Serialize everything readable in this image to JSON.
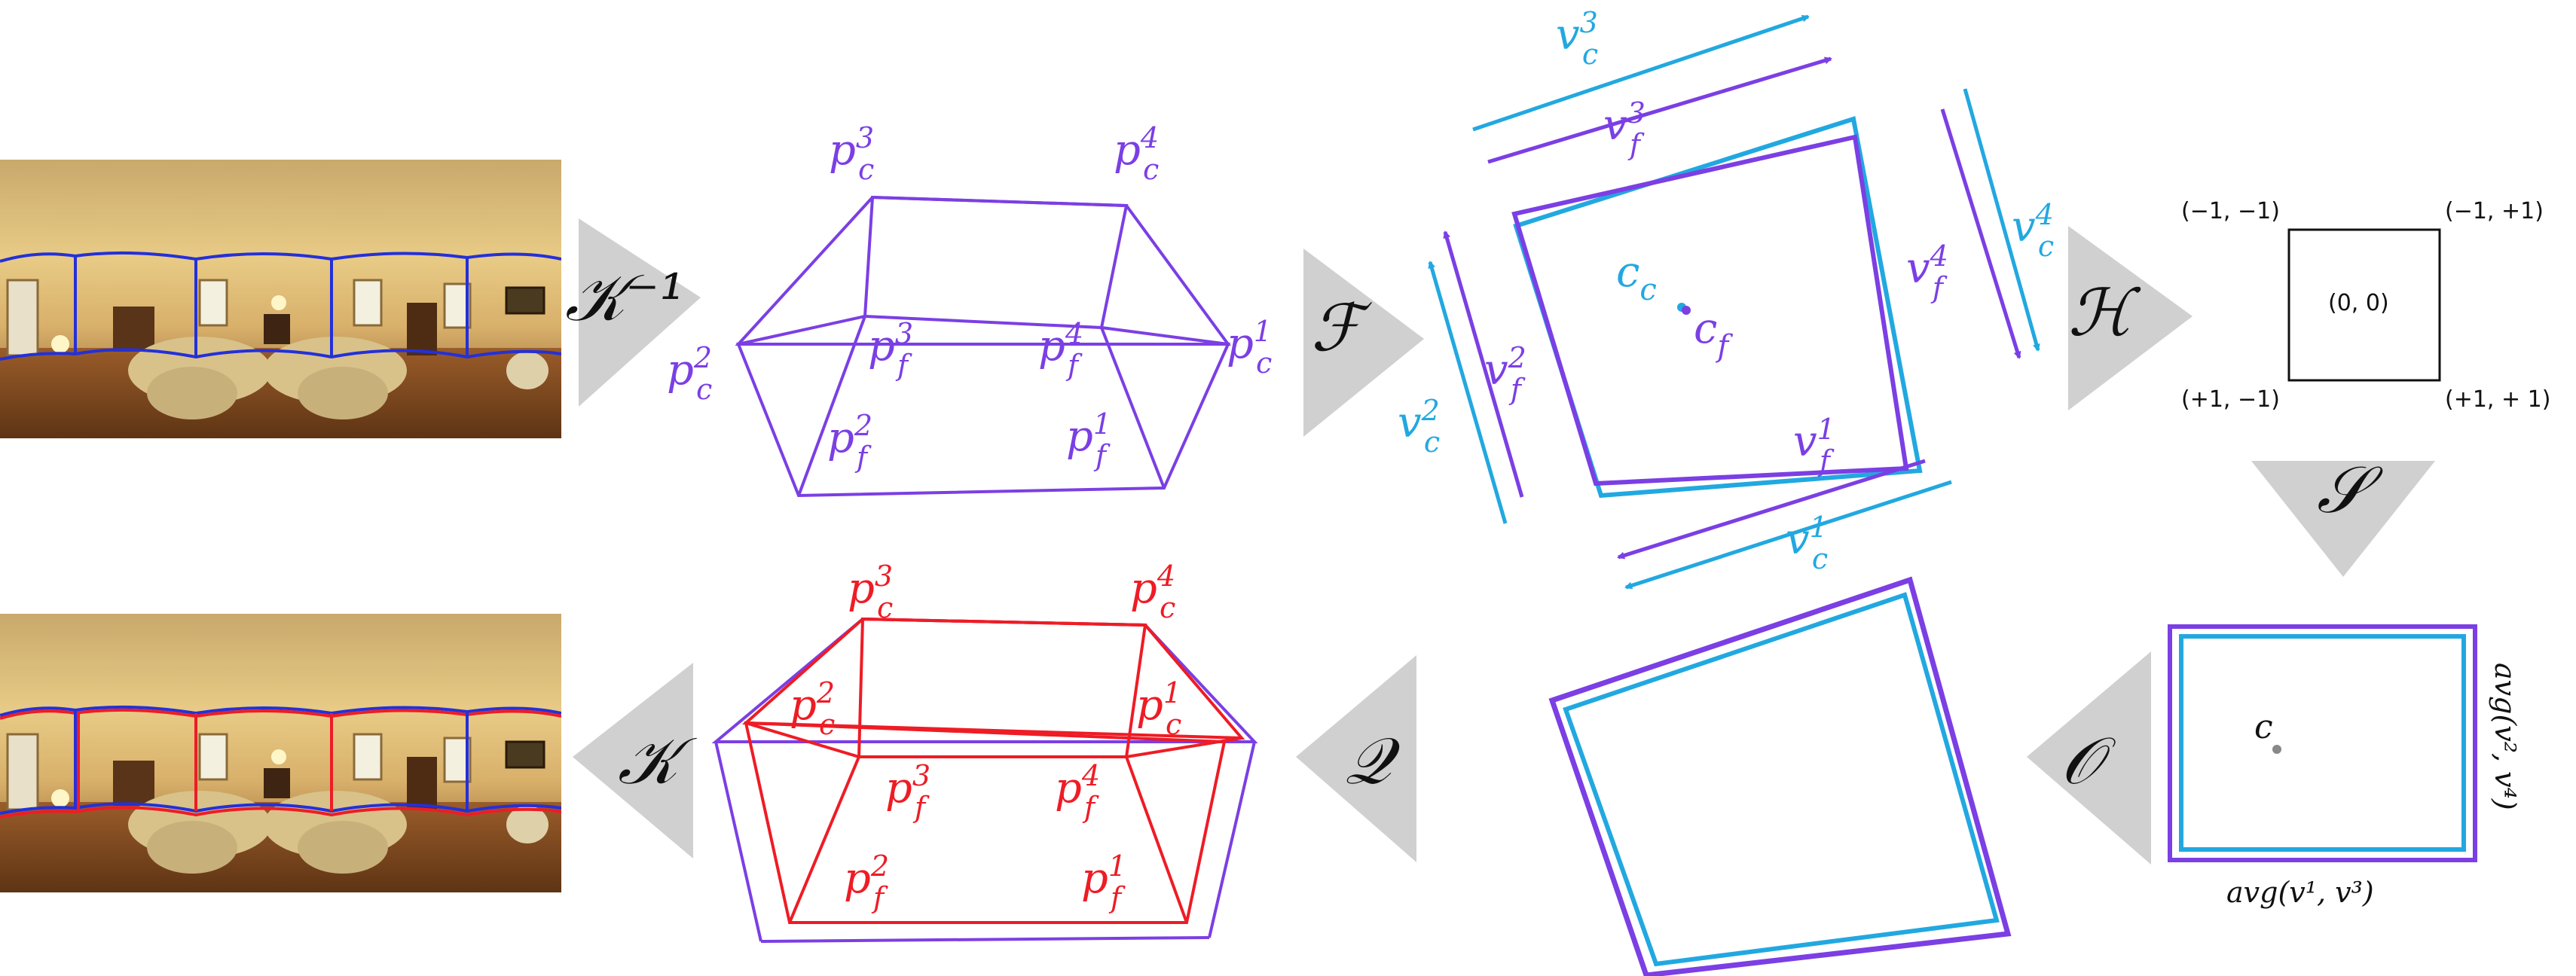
{
  "colors": {
    "purple": "#7b3fe4",
    "cyan": "#22a8e0",
    "red": "#ee1c25",
    "gray_arrow": "#d0d0d0"
  },
  "operators": {
    "k_inv": "𝒦⁻¹",
    "f": "ℱ",
    "h": "ℋ",
    "s": "𝒮",
    "o": "𝒪",
    "q": "𝒬",
    "k": "𝒦"
  },
  "cuboid_top": {
    "pc3": "p_c^3",
    "pc4": "p_c^4",
    "pc2": "p_c^2",
    "pc1": "p_c^1",
    "pf3": "p_f^3",
    "pf4": "p_f^4",
    "pf2": "p_f^2",
    "pf1": "p_f^1"
  },
  "rect_panel": {
    "vc3": "v_c^3",
    "vf3": "v_f^3",
    "vc4": "v_c^4",
    "vf4": "v_f^4",
    "vc2": "v_c^2",
    "vf2": "v_f^2",
    "vc1": "v_c^1",
    "vf1": "v_f^1",
    "cc": "c_c",
    "cf": "c_f"
  },
  "square_panel": {
    "tl": "(−1, −1)",
    "tr": "(−1, +1)",
    "center": "(0, 0)",
    "bl": "(+1, −1)",
    "br": "(+1, + 1)"
  },
  "aligned_panel": {
    "c": "c",
    "bottom_label": "avg(v¹, v³)",
    "side_label": "avg(v², v⁴)"
  },
  "cuboid_bottom": {
    "pc3": "p_c^3",
    "pc4": "p_c^4",
    "pc2": "p_c^2",
    "pc1": "p_c^1",
    "pf3": "p_f^3",
    "pf4": "p_f^4",
    "pf2": "p_f^2",
    "pf1": "p_f^1"
  },
  "panoramas": [
    "top-panorama",
    "bottom-panorama"
  ]
}
